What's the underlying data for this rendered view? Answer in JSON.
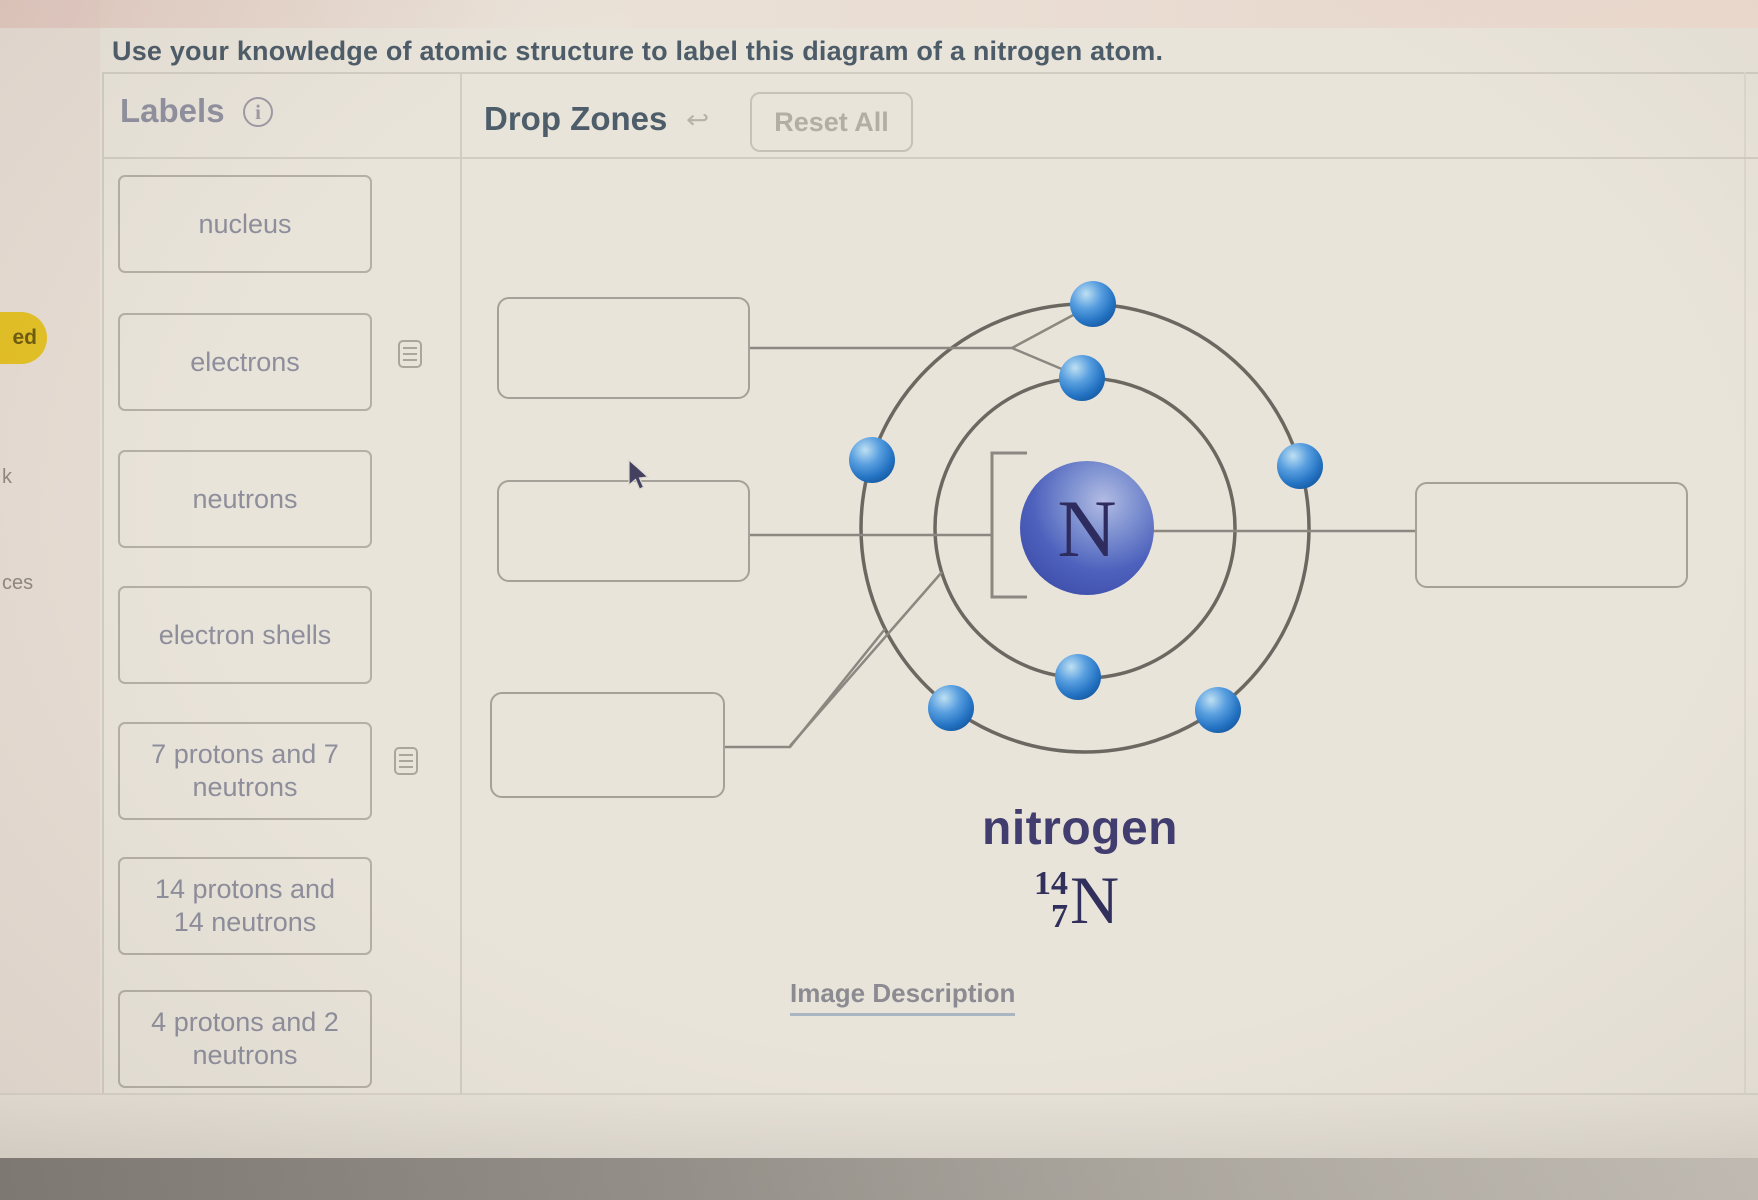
{
  "instruction": "Use your knowledge of atomic structure to label this diagram of a nitrogen atom.",
  "labels_panel": {
    "title": "Labels",
    "info_icon": "i",
    "items": [
      {
        "label": "nucleus"
      },
      {
        "label": "electrons"
      },
      {
        "label": "neutrons"
      },
      {
        "label": "electron shells"
      },
      {
        "label": "7 protons and 7 neutrons"
      },
      {
        "label": "14 protons and 14 neutrons"
      },
      {
        "label": "4 protons and 2 neutrons"
      }
    ]
  },
  "drop_zones_panel": {
    "title": "Drop Zones",
    "undo_icon": "↩",
    "reset_button_label": "Reset All",
    "zone_count": 4
  },
  "diagram": {
    "element_symbol": "N",
    "element_name": "nitrogen",
    "isotope_mass_number": "14",
    "isotope_atomic_number": "7",
    "isotope_symbol": "N",
    "link_label": "Image Description",
    "shell_count": 2,
    "electrons_inner_shell": 2,
    "electrons_outer_shell": 5
  },
  "edge_fragments": {
    "yellow_tab": "ed",
    "fragment_mid": "k",
    "fragment_low": "ces"
  },
  "colors": {
    "electron_blue": "#2f7cc9",
    "nucleus_blue": "#4d61bd",
    "accent_yellow": "#e4c125",
    "heading_slate": "#4e5d6a",
    "title_purple": "#423d6f"
  }
}
